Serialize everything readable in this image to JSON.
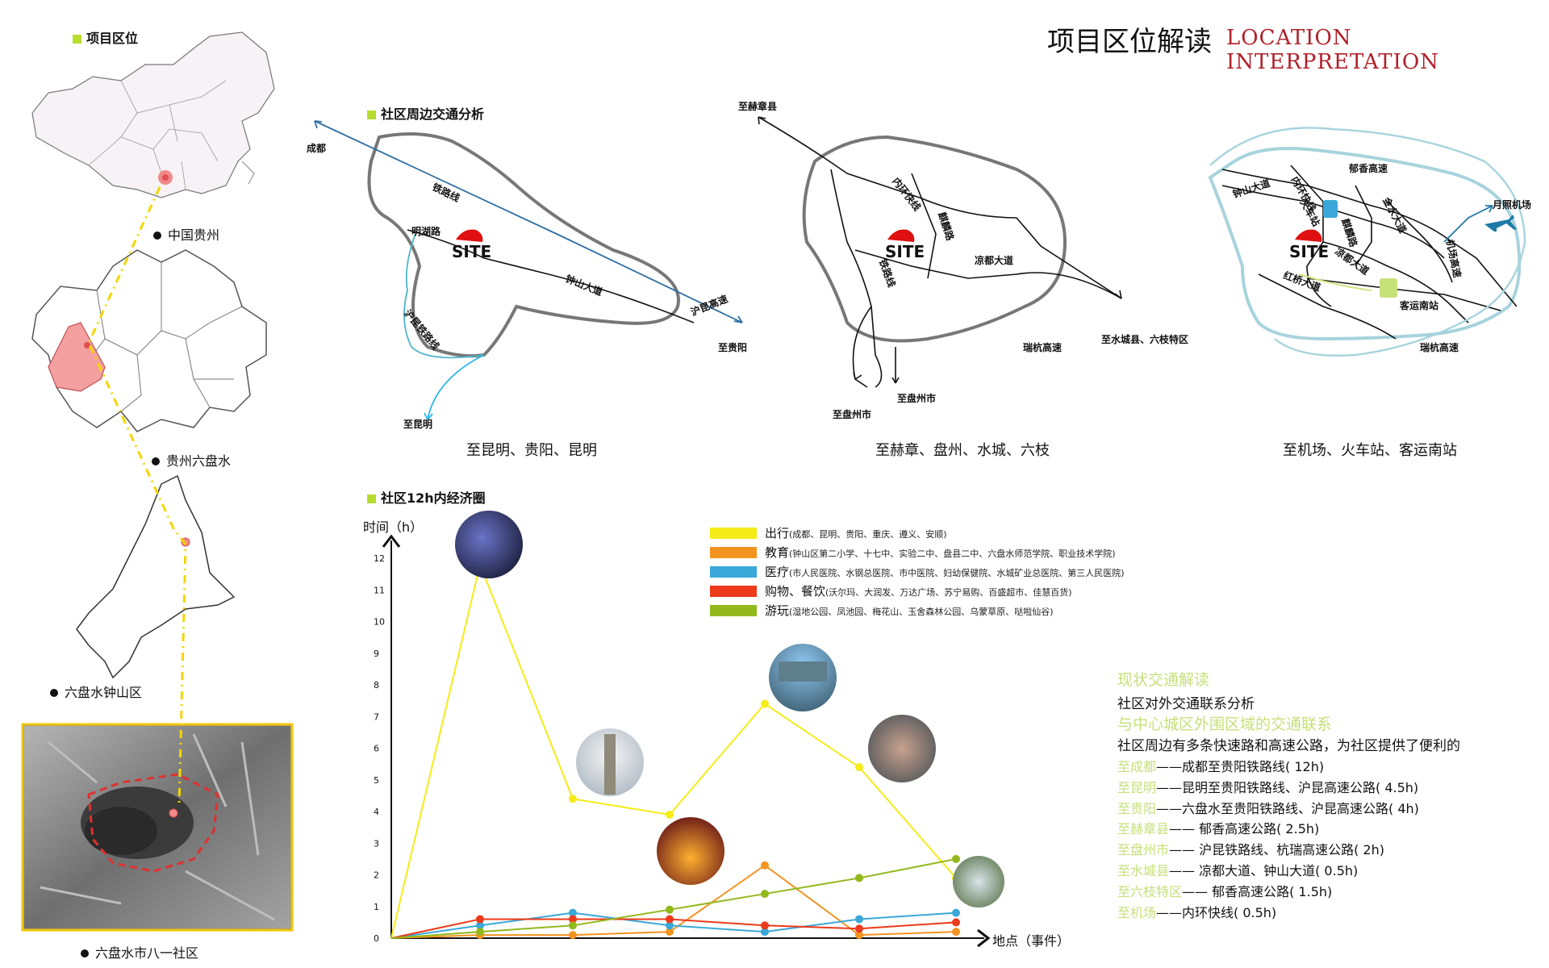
{
  "header": {
    "title_cn": "项目区位解读",
    "title_en": "LOCATION INTERPRETATION"
  },
  "location": {
    "section": "项目区位",
    "levels": [
      "中国贵州",
      "贵州六盘水",
      "六盘水钟山区",
      "六盘水市八一社区"
    ]
  },
  "traffic": {
    "section": "社区周边交通分析",
    "site": "SITE",
    "map1": {
      "caption": "至昆明、贵阳、昆明",
      "labels": {
        "chengdu": "成都",
        "tielu": "铁路线",
        "minghu": "明湖路",
        "zhongshan": "钟山大道",
        "hukun_gs": "沪昆高速",
        "guiyang": "至贵阳",
        "hukun_tl": "沪昆铁路线",
        "kunming": "至昆明"
      }
    },
    "map2": {
      "caption": "至赫章、盘州、水城、六枝",
      "labels": {
        "hezhang": "至赫章县",
        "neihuan": "内环快线",
        "qilin": "麒麟路",
        "liangdu": "凉都大道",
        "tielu": "铁路线",
        "ruihang": "瑞杭高速",
        "shuicheng": "至水城县、六枝特区",
        "panzhou1": "至盘州市",
        "panzhou2": "至盘州市"
      }
    },
    "map3": {
      "caption": "至机场、火车站、客运南站",
      "labels": {
        "yuxiang": "郁香高速",
        "zhongshan": "钟山大道",
        "neihuan": "内环快线",
        "huochezhan": "火车站",
        "qilin": "麒麟路",
        "jinshui": "金水大道",
        "liangdu": "凉都大道",
        "hongqiao": "红桥大道",
        "jichang_gs": "机场高速",
        "yuezhao": "月照机场",
        "keyun": "客运南站",
        "ruihang": "瑞杭高速"
      }
    }
  },
  "econ": {
    "section": "社区12h内经济圈",
    "ylabel": "时间（h）",
    "xlabel": "地点（事件）"
  },
  "legend": [
    {
      "name": "出行",
      "detail": "(成都、昆明、贵阳、重庆、遵义、安顺)",
      "color": "#f5ec19"
    },
    {
      "name": "教育",
      "detail": "(钟山区第二小学、十七中、实验二中、盘县二中、六盘水师范学院、职业技术学院)",
      "color": "#f39320"
    },
    {
      "name": "医疗",
      "detail": "(市人民医院、水钢总医院、市中医院、妇幼保健院、水城矿业总医院、第三人民医院)",
      "color": "#3aa8d8"
    },
    {
      "name": "购物、餐饮",
      "detail": "(沃尔玛、大润发、万达广场、苏宁易购、百盛超市、佳慧百货)",
      "color": "#ec3a1a"
    },
    {
      "name": "游玩",
      "detail": "(湿地公园、凤池园、梅花山、玉舍森林公园、乌蒙草原、哒啦仙谷)",
      "color": "#93b81c"
    }
  ],
  "chart_data": {
    "type": "line",
    "ylabel": "时间（h）",
    "xlabel": "地点（事件）",
    "ylim": [
      0,
      12
    ],
    "yticks": [
      0,
      1,
      2,
      3,
      4,
      5,
      6,
      7,
      8,
      9,
      10,
      11,
      12
    ],
    "x": [
      0,
      1,
      2,
      3,
      4,
      5,
      6
    ],
    "series": [
      {
        "name": "出行",
        "color": "#f5ec19",
        "values": [
          0,
          11.8,
          4.4,
          3.9,
          7.4,
          5.4,
          1.9
        ]
      },
      {
        "name": "教育",
        "color": "#f39320",
        "values": [
          0,
          0.1,
          0.1,
          0.2,
          2.3,
          0.1,
          0.2
        ]
      },
      {
        "name": "医疗",
        "color": "#3aa8d8",
        "values": [
          0,
          0.4,
          0.8,
          0.4,
          0.2,
          0.6,
          0.8
        ]
      },
      {
        "name": "购物、餐饮",
        "color": "#ec3a1a",
        "values": [
          0,
          0.6,
          0.6,
          0.6,
          0.4,
          0.3,
          0.5
        ]
      },
      {
        "name": "游玩",
        "color": "#93b81c",
        "values": [
          0,
          0.2,
          0.4,
          0.9,
          1.4,
          1.9,
          2.5
        ]
      }
    ]
  },
  "transport": {
    "title": "现状交通解读",
    "sub1": "社区对外交通联系分析",
    "sub2": "与中心城区外围区域的交通联系",
    "desc": "社区周边有多条快速路和高速公路，为社区提供了便利的",
    "routes": [
      {
        "k": "至成都",
        "v": "——成都至贵阳铁路线( 12h)"
      },
      {
        "k": "至昆明",
        "v": "——昆明至贵阳铁路线、沪昆高速公路( 4.5h)"
      },
      {
        "k": "至贵阳",
        "v": "——六盘水至贵阳铁路线、沪昆高速公路( 4h)"
      },
      {
        "k": "至赫章县",
        "v": "—— 郁香高速公路( 2.5h)"
      },
      {
        "k": "至盘州市",
        "v": "—— 沪昆铁路线、杭瑞高速公路( 2h)"
      },
      {
        "k": "至水城县",
        "v": "—— 凉都大道、钟山大道( 0.5h)"
      },
      {
        "k": "至六枝特区",
        "v": "—— 郁香高速公路( 1.5h)"
      },
      {
        "k": "至机场",
        "v": "——内环快线( 0.5h)"
      }
    ]
  }
}
